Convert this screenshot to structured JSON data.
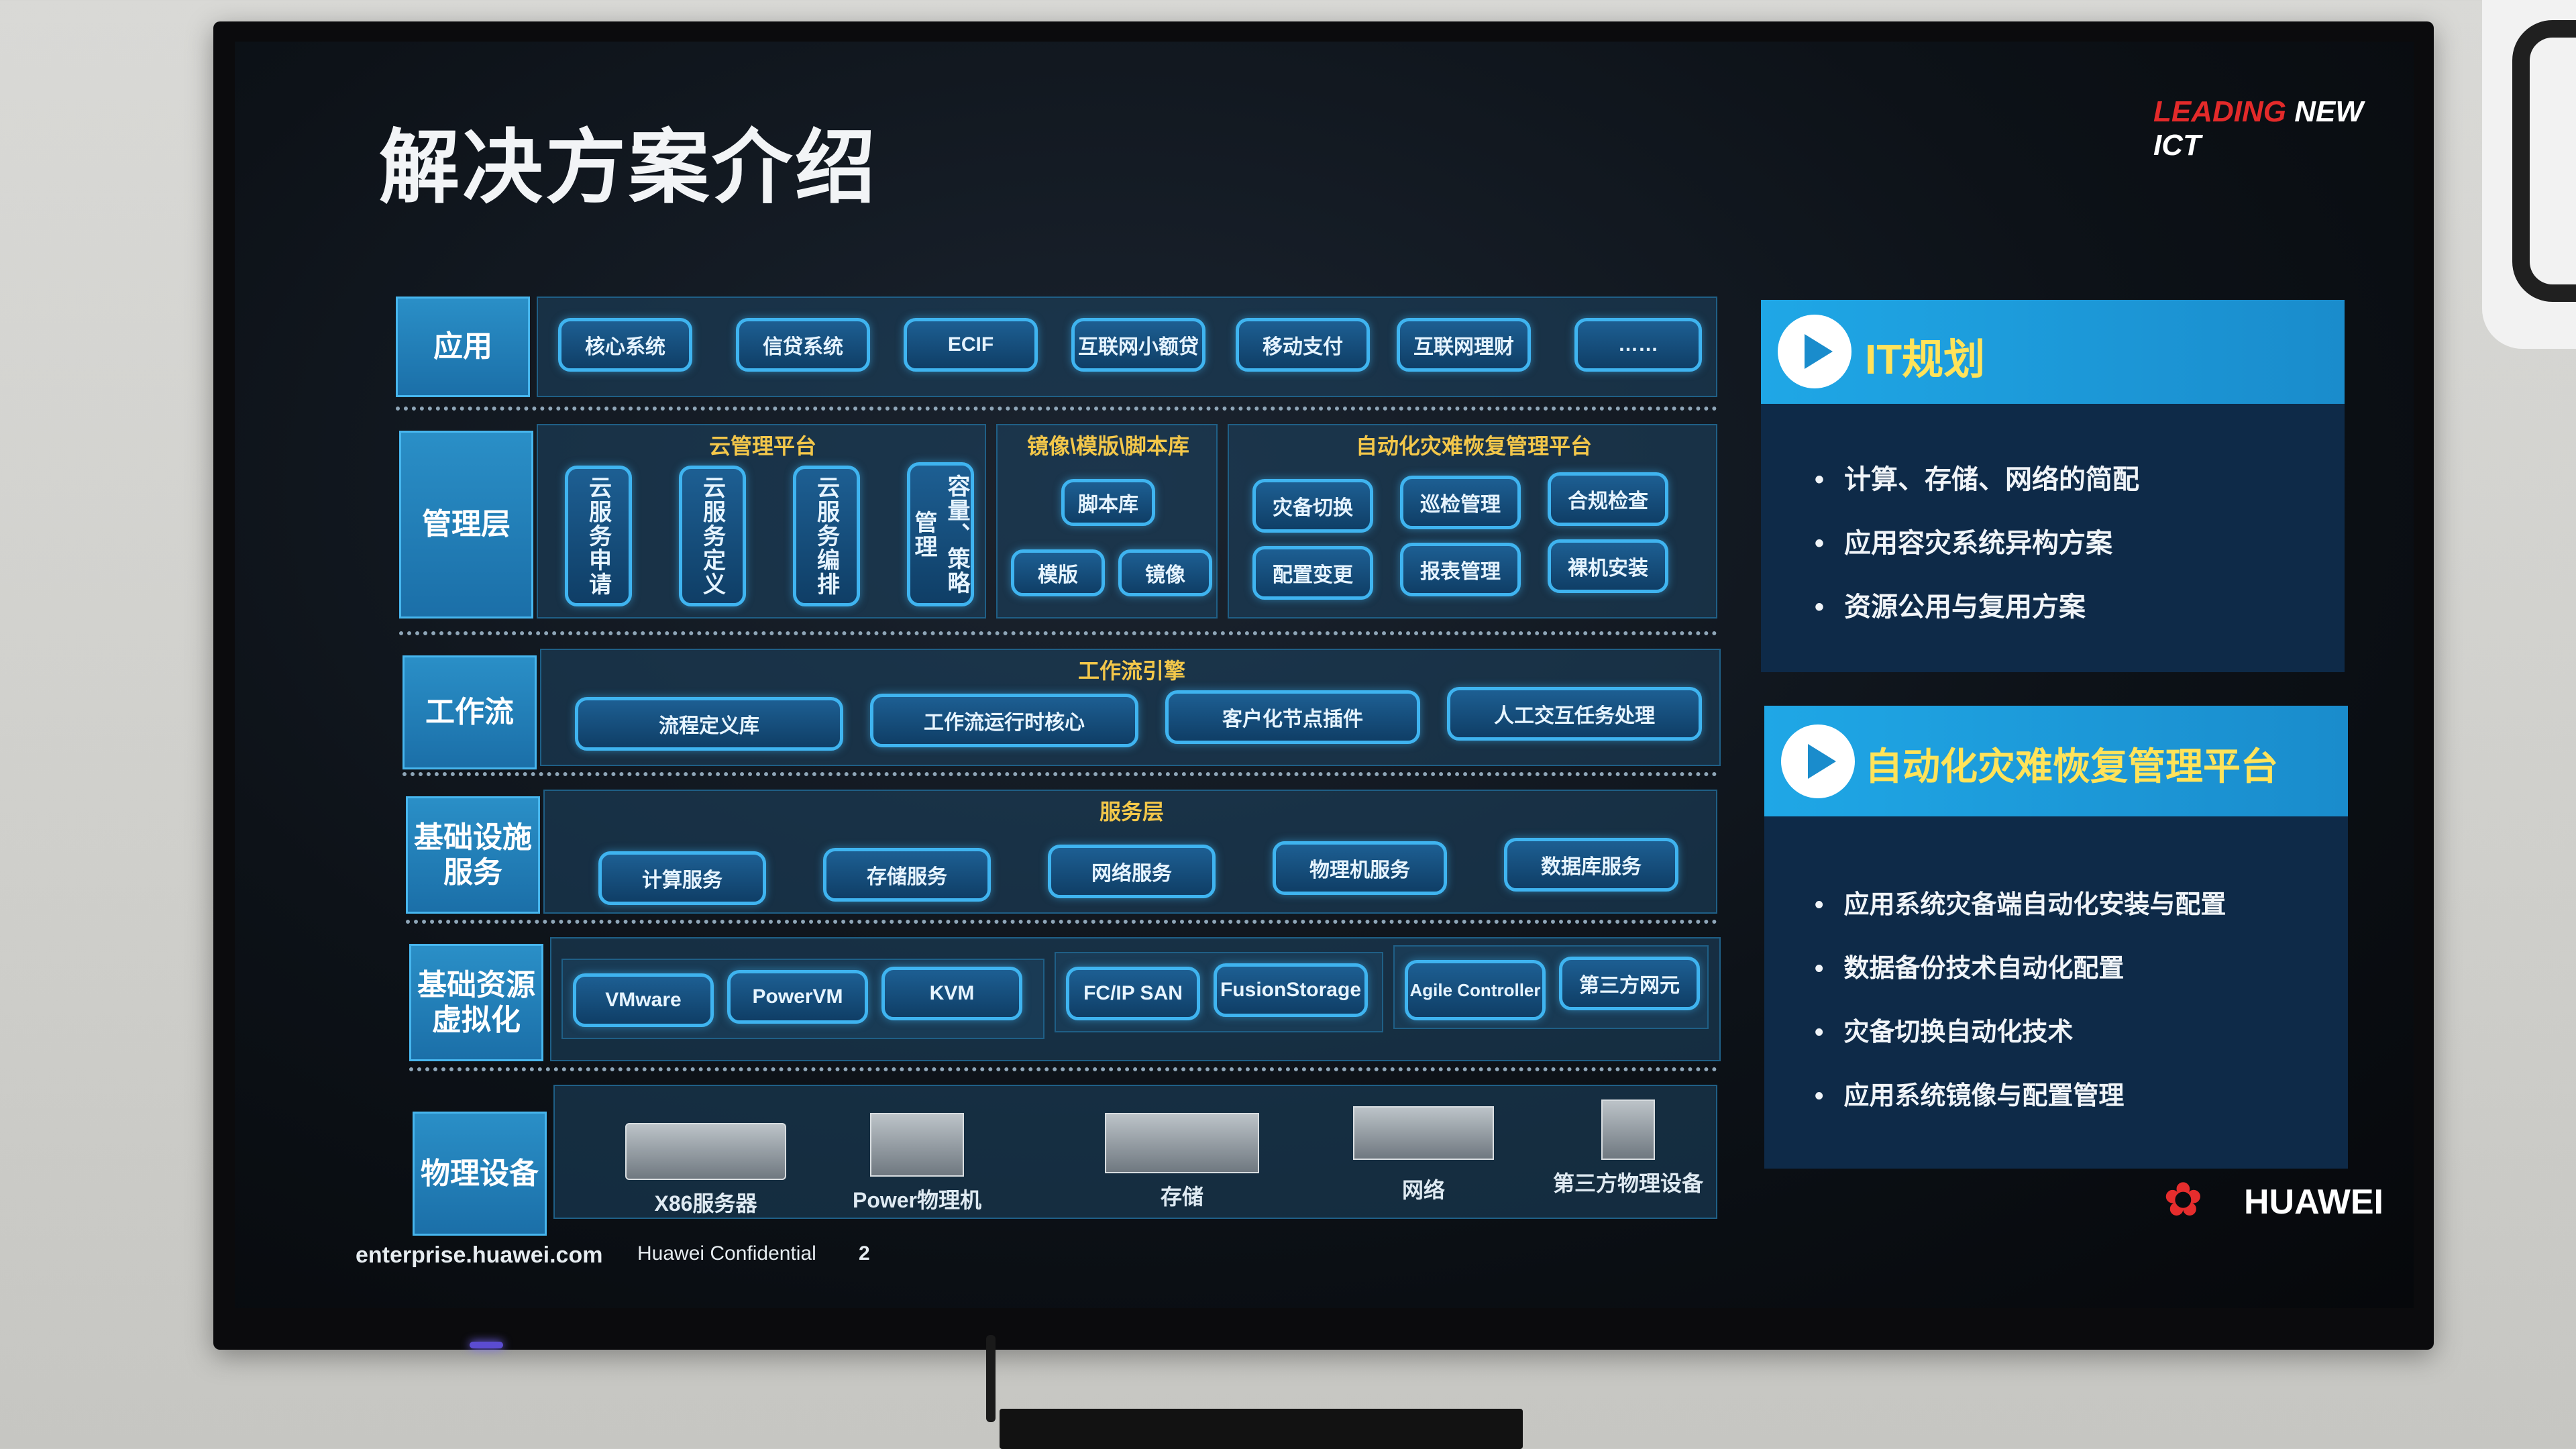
{
  "slide": {
    "title": "解决方案介绍",
    "brand_red": "LEADING",
    "brand_white": " NEW ICT",
    "layers": {
      "app": {
        "label": "应用",
        "items": [
          "核心系统",
          "信贷系统",
          "ECIF",
          "互联网小额贷",
          "移动支付",
          "互联网理财",
          "……"
        ]
      },
      "mgmt": {
        "label": "管理层",
        "cloud_title": "云管理平台",
        "cloud_items": [
          "云服务申请",
          "云服务定义",
          "云服务编排",
          "容量、策略管理"
        ],
        "image_title": "镜像\\模版\\脚本库",
        "image_items": [
          "脚本库",
          "模版",
          "镜像"
        ],
        "dr_title": "自动化灾难恢复管理平台",
        "dr_items": [
          "灾备切换",
          "巡检管理",
          "合规检查",
          "配置变更",
          "报表管理",
          "裸机安装"
        ]
      },
      "workflow": {
        "label": "工作流",
        "engine_title": "工作流引擎",
        "items": [
          "流程定义库",
          "工作流运行时核心",
          "客户化节点插件",
          "人工交互任务处理"
        ]
      },
      "infra": {
        "label": "基础设施服务",
        "title": "服务层",
        "items": [
          "计算服务",
          "存储服务",
          "网络服务",
          "物理机服务",
          "数据库服务"
        ]
      },
      "virt": {
        "label": "基础资源虚拟化",
        "compute": [
          "VMware",
          "PowerVM",
          "KVM"
        ],
        "storage": [
          "FC/IP SAN",
          "FusionStorage"
        ],
        "network": [
          "Agile Controller",
          "第三方网元"
        ]
      },
      "physical": {
        "label": "物理设备",
        "items": [
          "X86服务器",
          "Power物理机",
          "存储",
          "网络",
          "第三方物理设备"
        ]
      }
    },
    "cards": [
      {
        "title": "IT规划",
        "bullets": [
          "计算、存储、网络的简配",
          "应用容灾系统异构方案",
          "资源公用与复用方案"
        ]
      },
      {
        "title": "自动化灾难恢复管理平台",
        "bullets": [
          "应用系统灾备端自动化安装与配置",
          "数据备份技术自动化配置",
          "灾备切换自动化技术",
          "应用系统镜像与配置管理"
        ]
      }
    ],
    "footer": {
      "site": "enterprise.huawei.com",
      "confidential": "Huawei Confidential",
      "page": "2"
    },
    "logo": "HUAWEI"
  },
  "tv": {
    "brand": "HUAWEI"
  },
  "colors": {
    "accent": "#1fa7e6",
    "gold": "#f3c74a",
    "brand_red": "#e32a2a"
  }
}
